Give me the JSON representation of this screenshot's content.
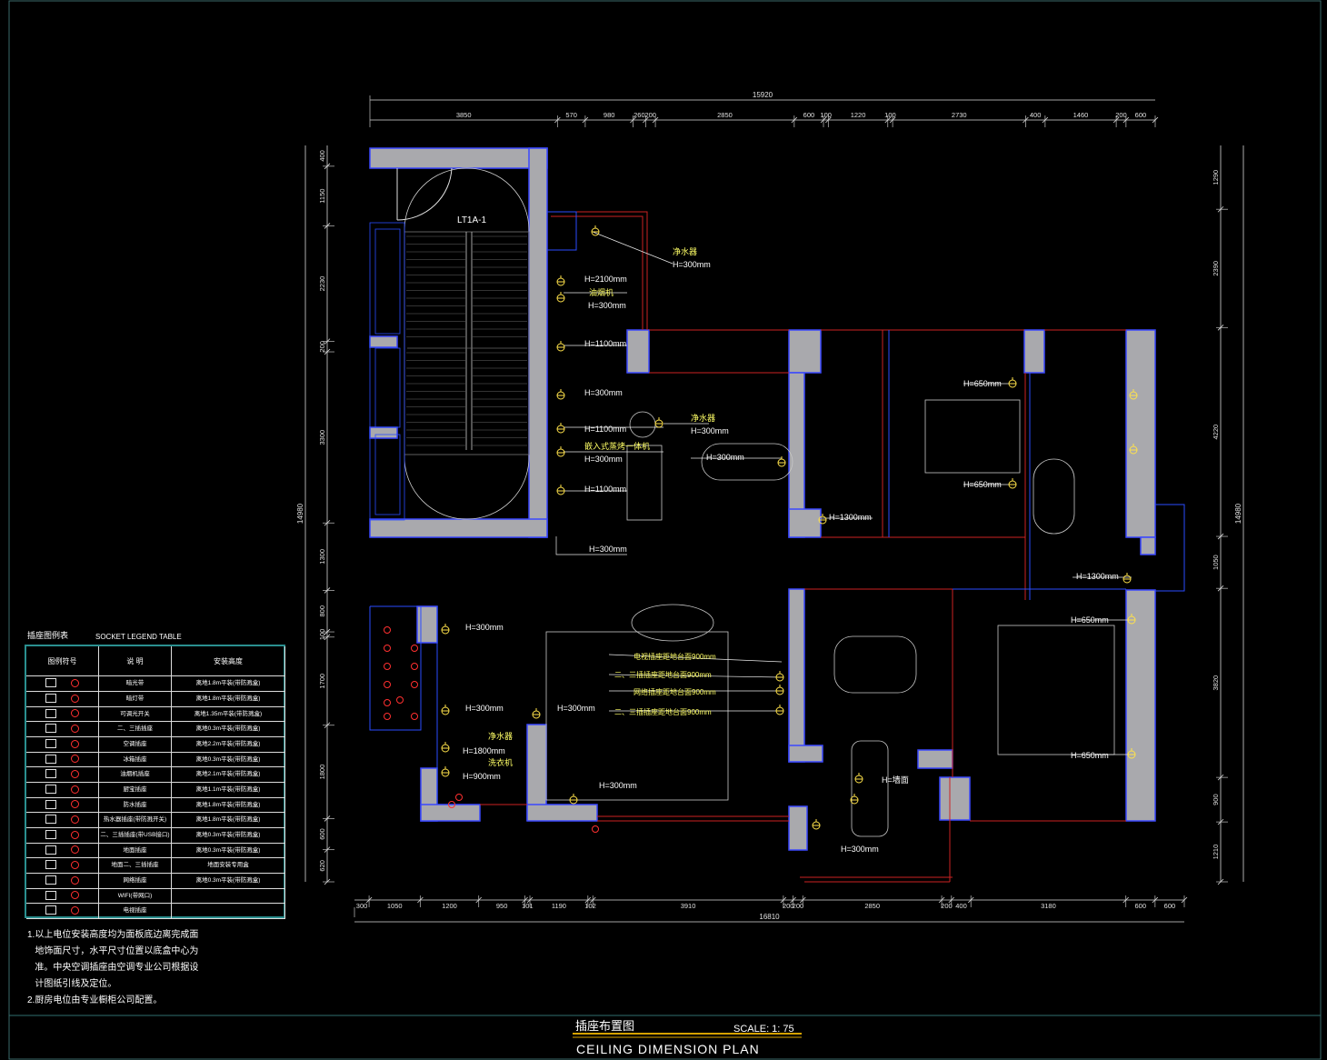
{
  "drawing": {
    "title_cn": "插座布置图",
    "scale": "SCALE: 1: 75",
    "title_en": "CEILING DIMENSION PLAN",
    "stair_label": "LT1A-1"
  },
  "dimensions": {
    "top_total": "15920",
    "top_segments": [
      "3850",
      "570",
      "980",
      "260",
      "200",
      "2850",
      "600",
      "100",
      "1220",
      "100",
      "2730",
      "400",
      "1460",
      "200",
      "600"
    ],
    "bottom_total": "16810",
    "bottom_segments": [
      "300",
      "1050",
      "1200",
      "950",
      "101",
      "1190",
      "102",
      "3910",
      "200",
      "200",
      "2850",
      "200",
      "400",
      "3180",
      "600",
      "600"
    ],
    "left_total": "14980",
    "left_segments": [
      "400",
      "1150",
      "2230",
      "200",
      "3300",
      "1300",
      "800",
      "100",
      "1700",
      "1800",
      "600",
      "620"
    ],
    "right_total": "14980",
    "right_segments": [
      "1290",
      "2390",
      "4220",
      "1050",
      "3820",
      "900",
      "1210"
    ]
  },
  "annotations": [
    {
      "id": "a1",
      "text": "净水器"
    },
    {
      "id": "a2",
      "text": "H=300mm"
    },
    {
      "id": "a3",
      "text": "H=2100mm"
    },
    {
      "id": "a4",
      "text": "油烟机"
    },
    {
      "id": "a5",
      "text": "H=300mm"
    },
    {
      "id": "a6",
      "text": "H=1100mm"
    },
    {
      "id": "a7",
      "text": "H=300mm"
    },
    {
      "id": "a8",
      "text": "H=1100mm"
    },
    {
      "id": "a9",
      "text": "嵌入式蒸烤一体机"
    },
    {
      "id": "a10",
      "text": "H=300mm"
    },
    {
      "id": "a11",
      "text": "H=1100mm"
    },
    {
      "id": "a12",
      "text": "H=300mm"
    },
    {
      "id": "a13",
      "text": "净水器"
    },
    {
      "id": "a14",
      "text": "H=300mm"
    },
    {
      "id": "a15",
      "text": "H=300mm"
    },
    {
      "id": "a16",
      "text": "H=650mm"
    },
    {
      "id": "a17",
      "text": "H=650mm"
    },
    {
      "id": "a18",
      "text": "H=1300mm"
    },
    {
      "id": "a19",
      "text": "H=1300mm"
    },
    {
      "id": "a20",
      "text": "H=650mm"
    },
    {
      "id": "a21",
      "text": "H=650mm"
    },
    {
      "id": "a22",
      "text": "H=300mm"
    },
    {
      "id": "a23",
      "text": "H=300mm"
    },
    {
      "id": "a24",
      "text": "净水器"
    },
    {
      "id": "a25",
      "text": "H=1800mm"
    },
    {
      "id": "a26",
      "text": "洗衣机"
    },
    {
      "id": "a27",
      "text": "H=900mm"
    },
    {
      "id": "a28",
      "text": "H=300mm"
    },
    {
      "id": "a29",
      "text": "H=300mm"
    },
    {
      "id": "a30",
      "text": "电视插座距地台面900mm"
    },
    {
      "id": "a31",
      "text": "二、三插插座距地台面900mm"
    },
    {
      "id": "a32",
      "text": "网络插座距地台面900mm"
    },
    {
      "id": "a33",
      "text": "二、三插插座距地台面900mm"
    },
    {
      "id": "a34",
      "text": "H=墙面"
    },
    {
      "id": "a35",
      "text": "H=300mm"
    }
  ],
  "legend": {
    "title_cn": "插座图例表",
    "title_en": "SOCKET LEGEND TABLE",
    "headers": [
      "图例符号",
      "说 明",
      "安装高度"
    ],
    "rows": [
      {
        "desc": "暗光带",
        "height": "离地1.8m平装(带防溅盒)"
      },
      {
        "desc": "暗灯带",
        "height": "离地1.8m平装(带防溅盒)"
      },
      {
        "desc": "可调光开关",
        "height": "离地1.35m平装(带防溅盒)"
      },
      {
        "desc": "二、三插插座",
        "height": "离地0.3m平装(带防溅盒)"
      },
      {
        "desc": "空调插座",
        "height": "离地2.2m平装(带防溅盒)"
      },
      {
        "desc": "冰箱插座",
        "height": "离地0.3m平装(带防溅盒)"
      },
      {
        "desc": "油烟机插座",
        "height": "离地2.1m平装(带防溅盒)"
      },
      {
        "desc": "厨宝插座",
        "height": "离地1.1m平装(带防溅盒)"
      },
      {
        "desc": "防水插座",
        "height": "离地1.8m平装(带防溅盒)"
      },
      {
        "desc": "热水器插座(带防溅开关)",
        "height": "离地1.8m平装(带防溅盒)"
      },
      {
        "desc": "二、三插插座(带USB接口)",
        "height": "离地0.3m平装(带防溅盒)"
      },
      {
        "desc": "地面插座",
        "height": "离地0.3m平装(带防溅盒)"
      },
      {
        "desc": "地面二、三插插座",
        "height": "地面安装专用盒"
      },
      {
        "desc": "网络插座",
        "height": "离地0.3m平装(带防溅盒)"
      },
      {
        "desc": "WIFI(带网口)",
        "height": ""
      },
      {
        "desc": "电视插座",
        "height": ""
      }
    ]
  },
  "notes": [
    "1.以上电位安装高度均为面板底边离完成面",
    "   地饰面尺寸，水平尺寸位置以底盒中心为",
    "   准。中央空调插座由空调专业公司根据设",
    "   计图纸引线及定位。",
    "2.厨房电位由专业橱柜公司配置。"
  ]
}
